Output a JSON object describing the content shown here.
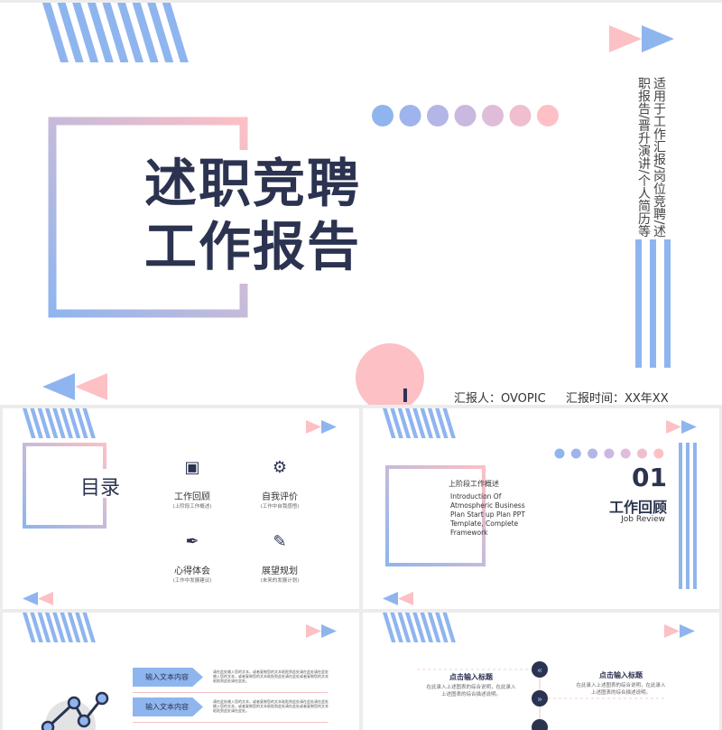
{
  "colors": {
    "blue": "#8fb5ef",
    "pink": "#fcc0c5",
    "dark": "#2b3350"
  },
  "main_slide": {
    "title_line1": "述职竞聘",
    "title_line2": "工作报告",
    "subtitle_vertical": "适用于工作汇报/岗位竞聘/述职报告/晋升演讲/个人简历等",
    "reporter": "汇报人：OVOPIC",
    "report_time": "汇报时间：XX年XX"
  },
  "toc_slide": {
    "title": "目录",
    "items": [
      {
        "label": "工作回顾",
        "sub": "(上阶段工作概述)",
        "icon": "presentation-icon"
      },
      {
        "label": "自我评价",
        "sub": "(工作中自我感悟)",
        "icon": "person-gear-icon"
      },
      {
        "label": "心得体会",
        "sub": "(工作中发展建议)",
        "icon": "pen-nib-icon"
      },
      {
        "label": "展望规划",
        "sub": "(未来的发展计划)",
        "icon": "edit-board-icon"
      }
    ]
  },
  "section_slide": {
    "heading": "上阶段工作概述",
    "body": "Introduction Of Atmospheric Business Plan Start up Plan PPT Template, Complete Framework",
    "number": "01",
    "title": "工作回顾",
    "subtitle": "Job Review"
  },
  "content_slide": {
    "rows": [
      {
        "label": "输入文本内容",
        "text": "请在此处输入您的文本，或者复制您的文本粘贴到此处请在此处请在此处输入您的文本，或者复制您的文本粘贴到此处请在此处或者复制您的文本粘贴到此处请在此处。"
      },
      {
        "label": "输入文本内容",
        "text": "请在此处输入您的文本，或者复制您的文本粘贴到此处请在此处请在此处输入您的文本，或者复制您的文本粘贴到此处请在此处或者复制您的文本粘贴到此处请在此处。"
      }
    ]
  },
  "timeline_slide": {
    "items": [
      {
        "title": "点击输入标题",
        "text": "在此录入上述图表的综合说明，在此录入上述图表的综合描述说明。"
      },
      {
        "title": "点击输入标题",
        "text": "在此录入上述图表的综合说明，在此录入上述图表的综合描述说明。"
      }
    ]
  }
}
